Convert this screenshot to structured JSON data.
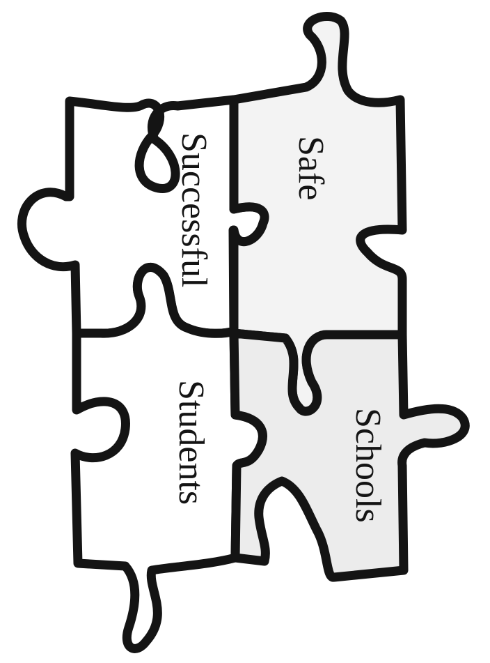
{
  "pieces": {
    "top_left": {
      "label": "Successful"
    },
    "top_right": {
      "label": "Safe"
    },
    "bottom_left": {
      "label": "Students"
    },
    "bottom_right": {
      "label": "Schools"
    }
  },
  "colors": {
    "outline": "#141414",
    "piece_fill": "#ffffff",
    "safe_fill": "#f3f3f3",
    "schools_fill": "#ececec",
    "text": "#141414"
  }
}
